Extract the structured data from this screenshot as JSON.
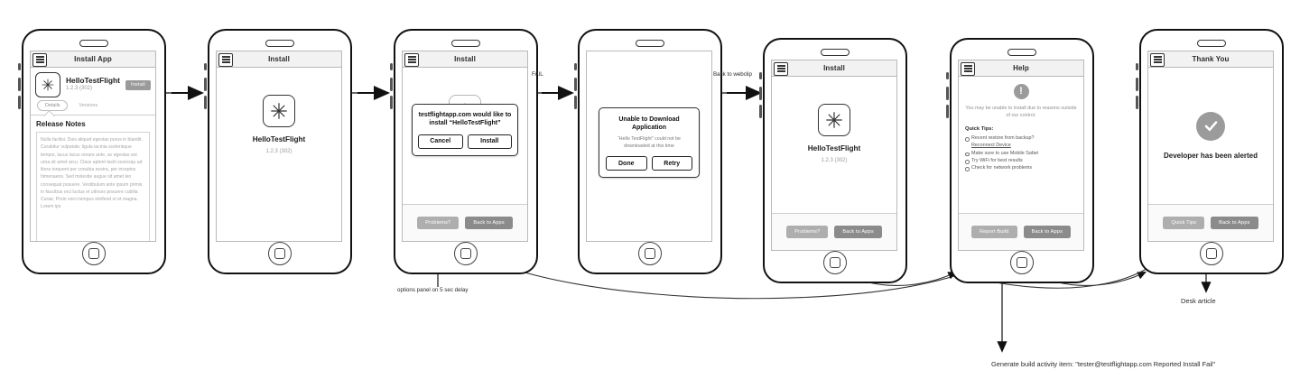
{
  "app": {
    "name": "HelloTestFlight",
    "version": "1.2.3 (302)",
    "icon": "snowflake-app-icon"
  },
  "screens": [
    {
      "id": "install-app",
      "nav_title": "Install App",
      "menu_icon": "hamburger-icon",
      "install_label": "Install",
      "tabs": [
        {
          "label": "Details",
          "selected": true
        },
        {
          "label": "Versions",
          "selected": false
        }
      ],
      "notes_title": "Release Notes",
      "notes_body": "Nulla facilisi. Duis aliquet egestas purus in blandit. Curabitur vulputate, ligula lacinia scelerisque tempor, lacus lacus ornare ante, ac egestas est urna sit amet arcu. Class aptent taciti sociosqu ad litora torquent per conubia nostra, per inceptos himenaeos. Sed molestie augue sit amet leo consequat posuere. Vestibulum ante ipsum primis in faucibus orci luctus et ultrices posuere cubilia Curae; Proin vorci tempus eleifend ut et magna. Lorem ips"
    },
    {
      "id": "install-loading",
      "nav_title": "Install"
    },
    {
      "id": "install-confirm",
      "nav_title": "Install",
      "dialog": {
        "title": "testflightapp.com would like to install “HelloTestFlight”",
        "buttons": [
          "Cancel",
          "Install"
        ]
      },
      "actions": [
        "Problems?",
        "Back to Apps"
      ]
    },
    {
      "id": "download-failed",
      "dialog": {
        "title": "Unable to Download Application",
        "subtitle": "“Hello TestFlight” could not be downloaded at this time",
        "buttons": [
          "Done",
          "Retry"
        ]
      }
    },
    {
      "id": "install-options",
      "nav_title": "Install",
      "actions": [
        "Problems?",
        "Back to Apps"
      ]
    },
    {
      "id": "help",
      "nav_title": "Help",
      "status_icon": "exclamation-circle-icon",
      "lead": "You may be unable to install due to reasons outside of our control.",
      "tips_title": "Quick Tips:",
      "tips": [
        {
          "text": "Recent restore from backup?",
          "link": "Reconnect Device"
        },
        {
          "text": "Make sure to use Mobile Safari",
          "link": ""
        },
        {
          "text": "Try WiFi for best results",
          "link": ""
        },
        {
          "text": "Check for network problems",
          "link": ""
        }
      ],
      "actions": [
        "Report Build",
        "Back to Apps"
      ]
    },
    {
      "id": "thank-you",
      "nav_title": "Thank You",
      "status_icon": "check-circle-icon",
      "message": "Developer has been alerted",
      "actions": [
        "Quick Tips",
        "Back to Apps"
      ]
    }
  ],
  "annotations": {
    "fail": "FAIL",
    "back_to_webclip": "Back to webclip",
    "options_delay": "options panel on 5 sec delay",
    "desk_article": "Desk article",
    "build_activity": "Generate build activity item: \"tester@testflightapp.com Reported Install Fail\""
  },
  "colors": {
    "frame": "#111111",
    "button_grey": "#aeaeae",
    "button_dark": "#8b8b8b",
    "muted_text": "#9a9a9a",
    "status_grey": "#9b9b9b"
  }
}
